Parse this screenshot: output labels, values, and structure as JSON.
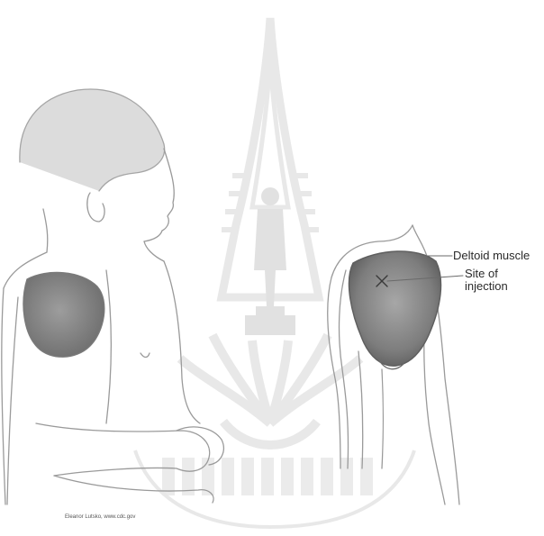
{
  "labels": {
    "deltoid_muscle": "Deltoid muscle",
    "site_of_injection": "Site of injection"
  },
  "credit": "Eleanor Lutsko, www.cdc.gov",
  "colors": {
    "muscle": "#8a8a8a",
    "outline": "#9a9a9a",
    "watermark": "#d7d7d7",
    "text": "#2a2a2a"
  }
}
